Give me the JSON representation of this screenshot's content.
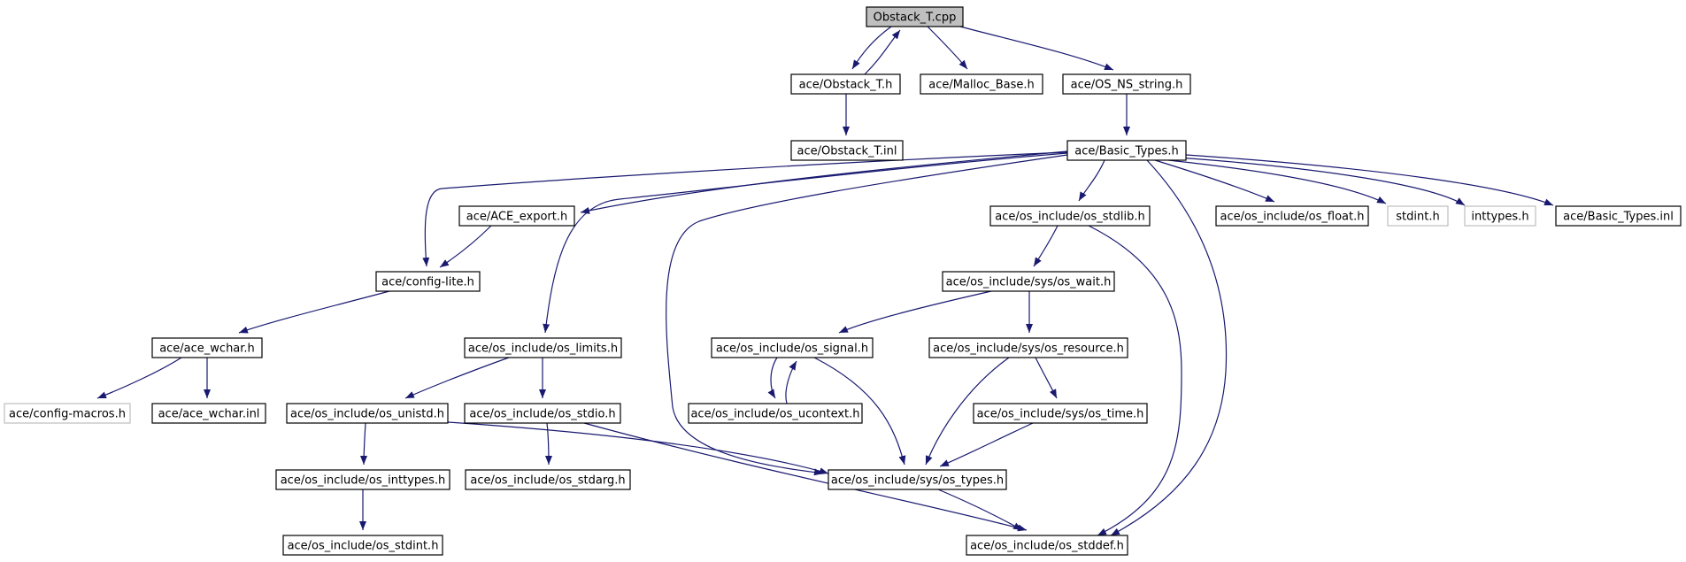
{
  "colors": {
    "edge": "#191970",
    "border": "#000000",
    "external_border": "#bfbfbf",
    "root_fill": "#bfbfbf",
    "node_fill": "#ffffff",
    "text": "#000000"
  },
  "nodes": [
    {
      "id": "obstack_t_cpp",
      "label": "Obstack_T.cpp",
      "kind": "root"
    },
    {
      "id": "obstack_t_h",
      "label": "ace/Obstack_T.h",
      "kind": "normal"
    },
    {
      "id": "malloc_base_h",
      "label": "ace/Malloc_Base.h",
      "kind": "normal"
    },
    {
      "id": "os_ns_string_h",
      "label": "ace/OS_NS_string.h",
      "kind": "normal"
    },
    {
      "id": "obstack_t_inl",
      "label": "ace/Obstack_T.inl",
      "kind": "normal"
    },
    {
      "id": "basic_types_h",
      "label": "ace/Basic_Types.h",
      "kind": "normal"
    },
    {
      "id": "ace_export_h",
      "label": "ace/ACE_export.h",
      "kind": "normal"
    },
    {
      "id": "os_stdlib_h",
      "label": "ace/os_include/os_stdlib.h",
      "kind": "normal"
    },
    {
      "id": "os_float_h",
      "label": "ace/os_include/os_float.h",
      "kind": "normal"
    },
    {
      "id": "stdint_h",
      "label": "stdint.h",
      "kind": "external"
    },
    {
      "id": "inttypes_h",
      "label": "inttypes.h",
      "kind": "external"
    },
    {
      "id": "basic_types_inl",
      "label": "ace/Basic_Types.inl",
      "kind": "normal"
    },
    {
      "id": "config_lite_h",
      "label": "ace/config-lite.h",
      "kind": "normal"
    },
    {
      "id": "os_wait_h",
      "label": "ace/os_include/sys/os_wait.h",
      "kind": "normal"
    },
    {
      "id": "ace_wchar_h",
      "label": "ace/ace_wchar.h",
      "kind": "normal"
    },
    {
      "id": "os_limits_h",
      "label": "ace/os_include/os_limits.h",
      "kind": "normal"
    },
    {
      "id": "os_signal_h",
      "label": "ace/os_include/os_signal.h",
      "kind": "normal"
    },
    {
      "id": "os_resource_h",
      "label": "ace/os_include/sys/os_resource.h",
      "kind": "normal"
    },
    {
      "id": "config_macros_h",
      "label": "ace/config-macros.h",
      "kind": "external"
    },
    {
      "id": "ace_wchar_inl",
      "label": "ace/ace_wchar.inl",
      "kind": "normal"
    },
    {
      "id": "os_unistd_h",
      "label": "ace/os_include/os_unistd.h",
      "kind": "normal"
    },
    {
      "id": "os_stdio_h",
      "label": "ace/os_include/os_stdio.h",
      "kind": "normal"
    },
    {
      "id": "os_ucontext_h",
      "label": "ace/os_include/os_ucontext.h",
      "kind": "normal"
    },
    {
      "id": "os_time_h",
      "label": "ace/os_include/sys/os_time.h",
      "kind": "normal"
    },
    {
      "id": "os_inttypes_h",
      "label": "ace/os_include/os_inttypes.h",
      "kind": "normal"
    },
    {
      "id": "os_stdarg_h",
      "label": "ace/os_include/os_stdarg.h",
      "kind": "normal"
    },
    {
      "id": "os_types_h",
      "label": "ace/os_include/sys/os_types.h",
      "kind": "normal"
    },
    {
      "id": "os_stdint_h",
      "label": "ace/os_include/os_stdint.h",
      "kind": "normal"
    },
    {
      "id": "os_stddef_h",
      "label": "ace/os_include/os_stddef.h",
      "kind": "normal"
    }
  ],
  "edges": [
    {
      "from": "obstack_t_cpp",
      "to": "obstack_t_h"
    },
    {
      "from": "obstack_t_h",
      "to": "obstack_t_cpp"
    },
    {
      "from": "obstack_t_cpp",
      "to": "malloc_base_h"
    },
    {
      "from": "obstack_t_cpp",
      "to": "os_ns_string_h"
    },
    {
      "from": "obstack_t_h",
      "to": "obstack_t_inl"
    },
    {
      "from": "os_ns_string_h",
      "to": "basic_types_h"
    },
    {
      "from": "basic_types_h",
      "to": "config_lite_h"
    },
    {
      "from": "basic_types_h",
      "to": "ace_export_h"
    },
    {
      "from": "basic_types_h",
      "to": "os_limits_h"
    },
    {
      "from": "basic_types_h",
      "to": "os_types_h"
    },
    {
      "from": "basic_types_h",
      "to": "os_stdlib_h"
    },
    {
      "from": "basic_types_h",
      "to": "os_stddef_h"
    },
    {
      "from": "basic_types_h",
      "to": "os_float_h"
    },
    {
      "from": "basic_types_h",
      "to": "stdint_h"
    },
    {
      "from": "basic_types_h",
      "to": "inttypes_h"
    },
    {
      "from": "basic_types_h",
      "to": "basic_types_inl"
    },
    {
      "from": "ace_export_h",
      "to": "config_lite_h"
    },
    {
      "from": "config_lite_h",
      "to": "ace_wchar_h"
    },
    {
      "from": "ace_wchar_h",
      "to": "config_macros_h"
    },
    {
      "from": "ace_wchar_h",
      "to": "ace_wchar_inl"
    },
    {
      "from": "os_stdlib_h",
      "to": "os_wait_h"
    },
    {
      "from": "os_stdlib_h",
      "to": "os_stddef_h"
    },
    {
      "from": "os_wait_h",
      "to": "os_signal_h"
    },
    {
      "from": "os_wait_h",
      "to": "os_resource_h"
    },
    {
      "from": "os_signal_h",
      "to": "os_ucontext_h"
    },
    {
      "from": "os_ucontext_h",
      "to": "os_signal_h"
    },
    {
      "from": "os_signal_h",
      "to": "os_types_h"
    },
    {
      "from": "os_resource_h",
      "to": "os_time_h"
    },
    {
      "from": "os_resource_h",
      "to": "os_types_h"
    },
    {
      "from": "os_time_h",
      "to": "os_types_h"
    },
    {
      "from": "os_limits_h",
      "to": "os_unistd_h"
    },
    {
      "from": "os_limits_h",
      "to": "os_stdio_h"
    },
    {
      "from": "os_unistd_h",
      "to": "os_inttypes_h"
    },
    {
      "from": "os_unistd_h",
      "to": "os_types_h"
    },
    {
      "from": "os_stdio_h",
      "to": "os_stdarg_h"
    },
    {
      "from": "os_stdio_h",
      "to": "os_stddef_h"
    },
    {
      "from": "os_inttypes_h",
      "to": "os_stdint_h"
    },
    {
      "from": "os_types_h",
      "to": "os_stddef_h"
    }
  ]
}
